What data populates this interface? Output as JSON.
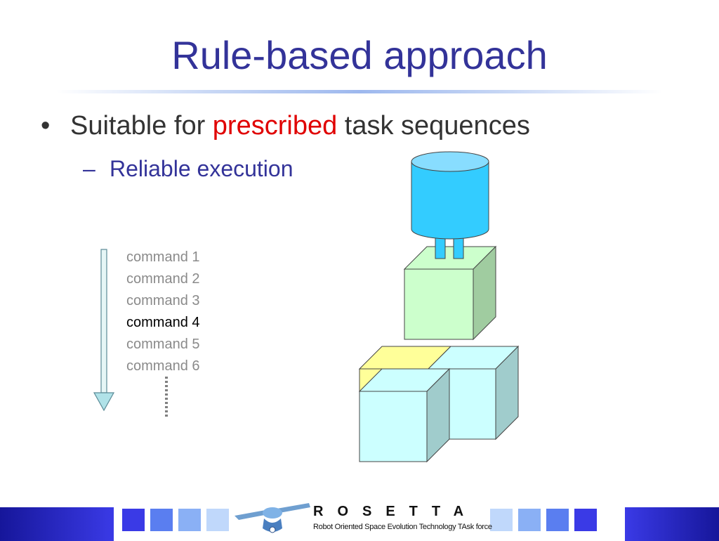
{
  "slide": {
    "title": "Rule-based approach",
    "bullet": {
      "marker": "•",
      "text_before": "Suitable for ",
      "highlight": "prescribed",
      "text_after": " task sequences"
    },
    "sub_bullet": {
      "marker": "–",
      "text": "Reliable execution"
    },
    "commands": [
      {
        "label": "command 1",
        "active": false
      },
      {
        "label": "command 2",
        "active": false
      },
      {
        "label": "command 3",
        "active": false
      },
      {
        "label": "command 4",
        "active": true
      },
      {
        "label": "command 5",
        "active": false
      },
      {
        "label": "command 6",
        "active": false
      }
    ]
  },
  "footer": {
    "brand_name": "ROSETTA",
    "brand_tagline": "Robot Oriented Space Evolution Technology TAsk force",
    "icon": "rocket-logo-icon"
  },
  "colors": {
    "title": "#333399",
    "highlight": "#e00000",
    "command_text": "#8a8a8a",
    "command_active": "#000000",
    "cylinder": "#33ccff",
    "green_block": "#ccffcc",
    "cyan_block": "#ccffff",
    "yellow_block": "#ffff99",
    "footer_blue": "#2a2ad0"
  }
}
